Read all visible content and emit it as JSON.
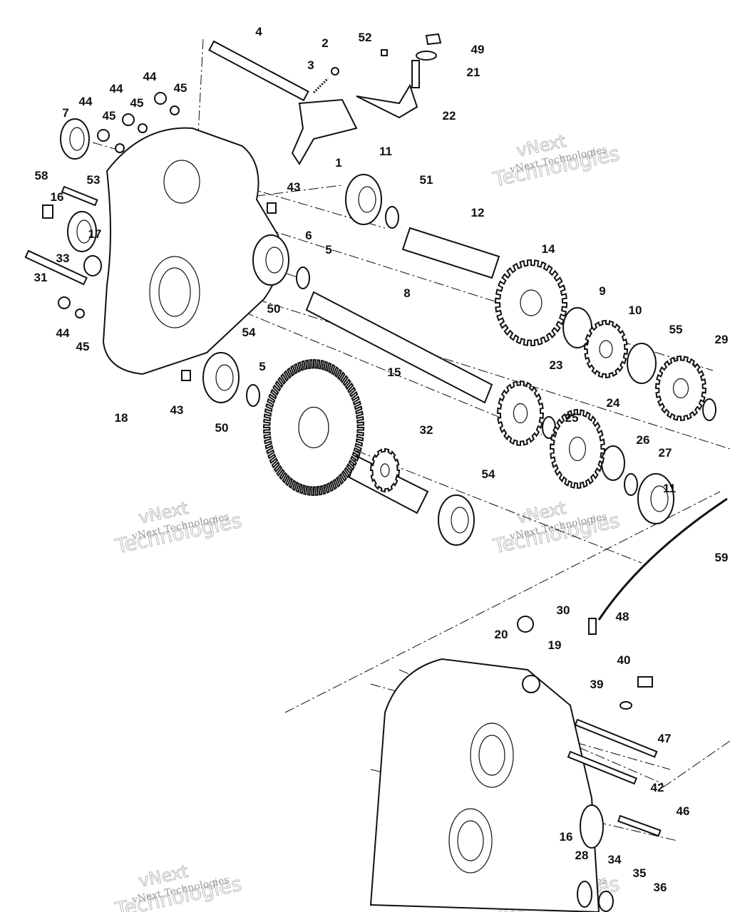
{
  "diagram": {
    "title": "Transmission exploded parts diagram",
    "callouts": [
      "4",
      "2",
      "52",
      "49",
      "3",
      "21",
      "44",
      "45",
      "44",
      "45",
      "44",
      "45",
      "7",
      "22",
      "1",
      "11",
      "58",
      "53",
      "43",
      "51",
      "16",
      "12",
      "6",
      "17",
      "33",
      "14",
      "5",
      "31",
      "9",
      "8",
      "10",
      "50",
      "55",
      "54",
      "44",
      "45",
      "29",
      "23",
      "5",
      "15",
      "18",
      "24",
      "43",
      "50",
      "25",
      "32",
      "26",
      "27",
      "54",
      "11",
      "59",
      "30",
      "48",
      "20",
      "19",
      "40",
      "39",
      "47",
      "42",
      "46",
      "16",
      "28",
      "34",
      "35",
      "36"
    ],
    "watermark": {
      "line1": "vNext",
      "line2": "Technologies",
      "small": "vNext Technologies"
    }
  }
}
